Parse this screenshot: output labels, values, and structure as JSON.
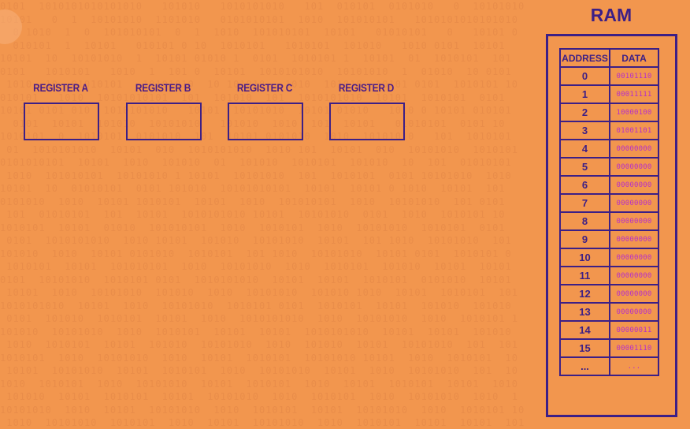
{
  "registers": [
    {
      "label": "REGISTER A"
    },
    {
      "label": "REGISTER B"
    },
    {
      "label": "REGISTER C"
    },
    {
      "label": "REGISTER D"
    }
  ],
  "ram": {
    "title": "RAM",
    "headers": {
      "address": "ADDRESS",
      "data": "DATA"
    },
    "rows": [
      {
        "address": "0",
        "data": "00101110"
      },
      {
        "address": "1",
        "data": "00011111"
      },
      {
        "address": "2",
        "data": "10000100"
      },
      {
        "address": "3",
        "data": "01001101"
      },
      {
        "address": "4",
        "data": "00000000"
      },
      {
        "address": "5",
        "data": "00000000"
      },
      {
        "address": "6",
        "data": "00000000"
      },
      {
        "address": "7",
        "data": "00000000"
      },
      {
        "address": "8",
        "data": "00000000"
      },
      {
        "address": "9",
        "data": "00000000"
      },
      {
        "address": "10",
        "data": "00000000"
      },
      {
        "address": "11",
        "data": "00000000"
      },
      {
        "address": "12",
        "data": "00000000"
      },
      {
        "address": "13",
        "data": "00000000"
      },
      {
        "address": "14",
        "data": "00000011"
      },
      {
        "address": "15",
        "data": "00001110"
      },
      {
        "address": "...",
        "data": "..."
      }
    ]
  },
  "colors": {
    "background": "#f2964e",
    "outline": "#3c1f86",
    "data_text": "#b62fc9"
  }
}
